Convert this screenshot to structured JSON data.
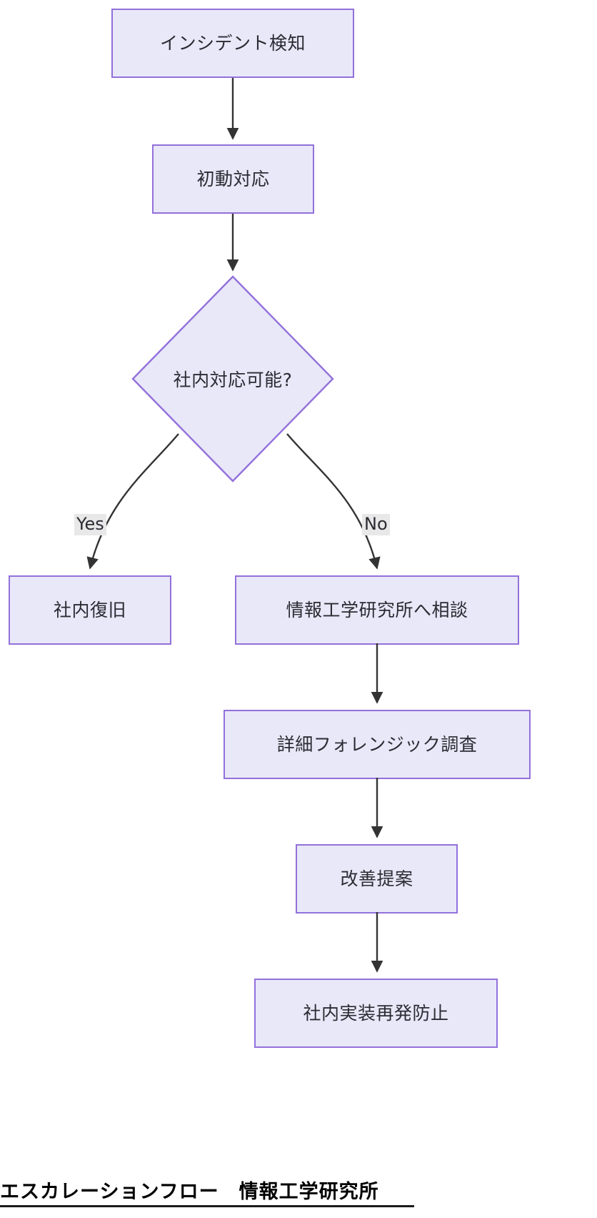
{
  "diagram": {
    "type": "flowchart",
    "direction": "top-down",
    "title": "エスカレーションフロー　情報工学研究所",
    "theme": {
      "node_fill": "#E8E8F8",
      "node_border": "#9370DB",
      "node_text": "#2B2B33",
      "edge_stroke": "#333333",
      "edge_label_bg": "#E8E8E8",
      "title_color": "#000000",
      "background": "#FFFFFF"
    },
    "nodes": [
      {
        "id": "n1",
        "label": "インシデント検知",
        "shape": "rect"
      },
      {
        "id": "n2",
        "label": "初動対応",
        "shape": "rect"
      },
      {
        "id": "n3",
        "label": "社内対応可能?",
        "shape": "diamond"
      },
      {
        "id": "n4",
        "label": "社内復旧",
        "shape": "rect"
      },
      {
        "id": "n5",
        "label": "情報工学研究所へ相談",
        "shape": "rect"
      },
      {
        "id": "n6",
        "label": "詳細フォレンジック調査",
        "shape": "rect"
      },
      {
        "id": "n7",
        "label": "改善提案",
        "shape": "rect"
      },
      {
        "id": "n8",
        "label": "社内実装再発防止",
        "shape": "rect"
      }
    ],
    "edges": [
      {
        "from": "n1",
        "to": "n2",
        "label": ""
      },
      {
        "from": "n2",
        "to": "n3",
        "label": ""
      },
      {
        "from": "n3",
        "to": "n4",
        "label": "Yes"
      },
      {
        "from": "n3",
        "to": "n5",
        "label": "No"
      },
      {
        "from": "n5",
        "to": "n6",
        "label": ""
      },
      {
        "from": "n6",
        "to": "n7",
        "label": ""
      },
      {
        "from": "n7",
        "to": "n8",
        "label": ""
      }
    ],
    "edge_labels": {
      "yes": "Yes",
      "no": "No"
    }
  }
}
